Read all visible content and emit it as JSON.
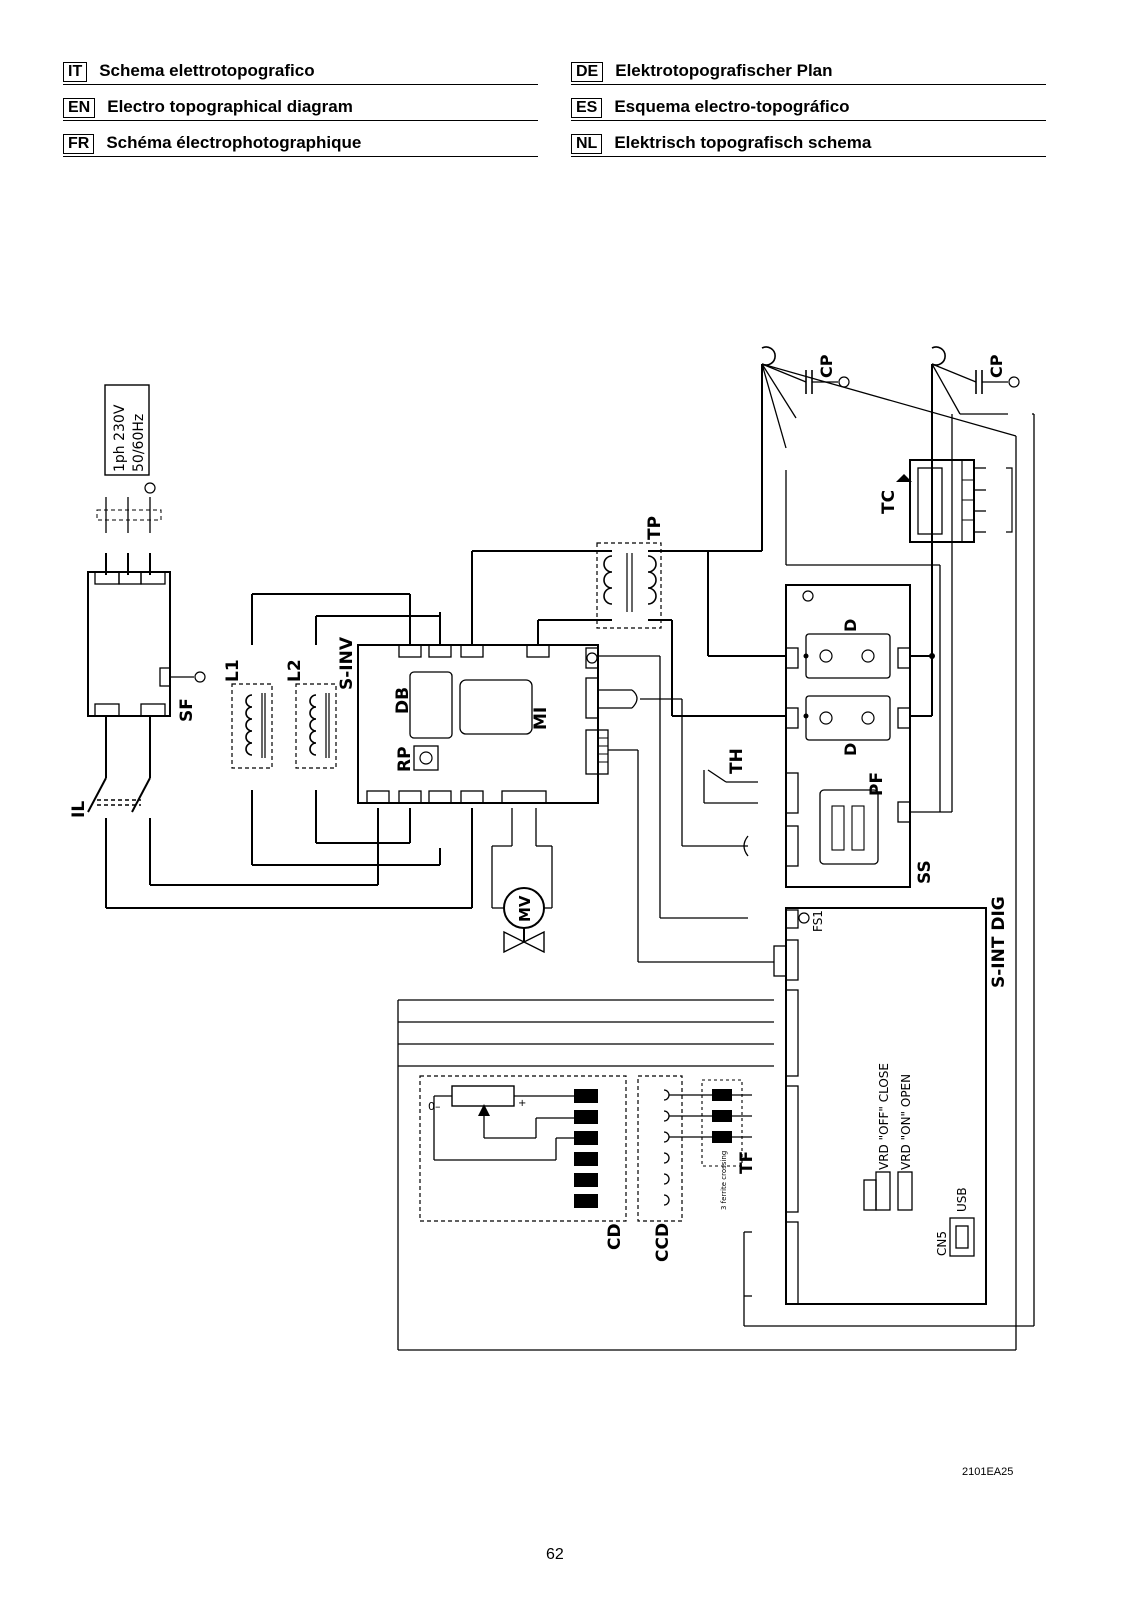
{
  "header": [
    {
      "code": "IT",
      "title": "Schema elettrotopografico"
    },
    {
      "code": "EN",
      "title": "Electro topographical diagram"
    },
    {
      "code": "FR",
      "title": "Schéma électrophotographique"
    },
    {
      "code": "DE",
      "title": "Elektrotopografischer Plan"
    },
    {
      "code": "ES",
      "title": "Esquema electro-topográfico"
    },
    {
      "code": "NL",
      "title": "Elektrisch topografisch schema"
    }
  ],
  "diagram": {
    "supply_line1": "1ph  230V",
    "supply_line2": "50/60Hz",
    "SF": "SF",
    "IL": "IL",
    "L1": "L1",
    "L2": "L2",
    "S_INV": "S-INV",
    "TP": "TP",
    "TC": "TC",
    "SS": "SS",
    "MV": "MV",
    "TH": "TH",
    "PF": "PF",
    "S_INT_DIG": "S-INT DIG",
    "CD": "CD",
    "CCD": "CCD",
    "TF": "TF",
    "CP_neg": "CP",
    "CP_pos": "CP",
    "DB": "DB",
    "MI": "MI",
    "RP": "RP",
    "D_top": "D",
    "D_bot": "D",
    "ferrite": "3 ferrite crossing",
    "vrd_off": "VRD  \"OFF\"  CLOSE",
    "vrd_on": "VRD  \"ON\"  OPEN",
    "USB": "USB",
    "CN5": "CN5",
    "FS1": "FS1",
    "pot_minus": "0–",
    "pot_plus": "+"
  },
  "footer": {
    "code": "2101EA25",
    "page": "62"
  }
}
